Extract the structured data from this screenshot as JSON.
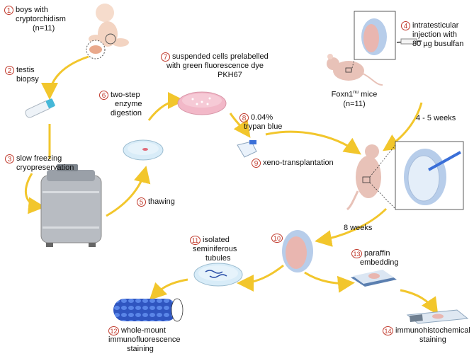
{
  "steps": [
    {
      "n": "1",
      "text": "boys with",
      "text2": "cryptorchidism",
      "text3": "(n=11)"
    },
    {
      "n": "2",
      "text": "testis",
      "text2": "biopsy"
    },
    {
      "n": "3",
      "text": "slow freezing",
      "text2": "cryopreservation"
    },
    {
      "n": "4",
      "text": "intratesticular",
      "text2": "injection with",
      "text3": "80 µg busulfan"
    },
    {
      "n": "5",
      "text": "thawing"
    },
    {
      "n": "6",
      "text": "two-step",
      "text2": "enzyme",
      "text3": "digestion"
    },
    {
      "n": "7",
      "text": "suspended cells prelabelled",
      "text2": "with  green fluorescence dye",
      "text3": "PKH67"
    },
    {
      "n": "8",
      "text": "0.04%",
      "text2": "trypan blue"
    },
    {
      "n": "9",
      "text": "xeno-transplantation"
    },
    {
      "n": "10",
      "text": ""
    },
    {
      "n": "11",
      "text": "isolated",
      "text2": "seminiferous",
      "text3": "tubules"
    },
    {
      "n": "12",
      "text": "whole-mount",
      "text2": "immunofluorescence",
      "text3": "staining"
    },
    {
      "n": "13",
      "text": "paraffin",
      "text2": "embedding"
    },
    {
      "n": "14",
      "text": "immunohistochemical",
      "text2": "staining"
    }
  ],
  "mice": {
    "label": "Foxn1",
    "superscript": "nu",
    "suffix": " mice",
    "count": "(n=11)"
  },
  "durations": {
    "weeks_a": "4 - 5 weeks",
    "weeks_b": "8 weeks"
  },
  "colors": {
    "arrow": "#f2c62c",
    "number": "#c0392b",
    "dish": "#f2b8c8",
    "tank": "#b8bcc2",
    "mouse": "#e8c2b8",
    "tube_blue": "#3a6fd8"
  }
}
